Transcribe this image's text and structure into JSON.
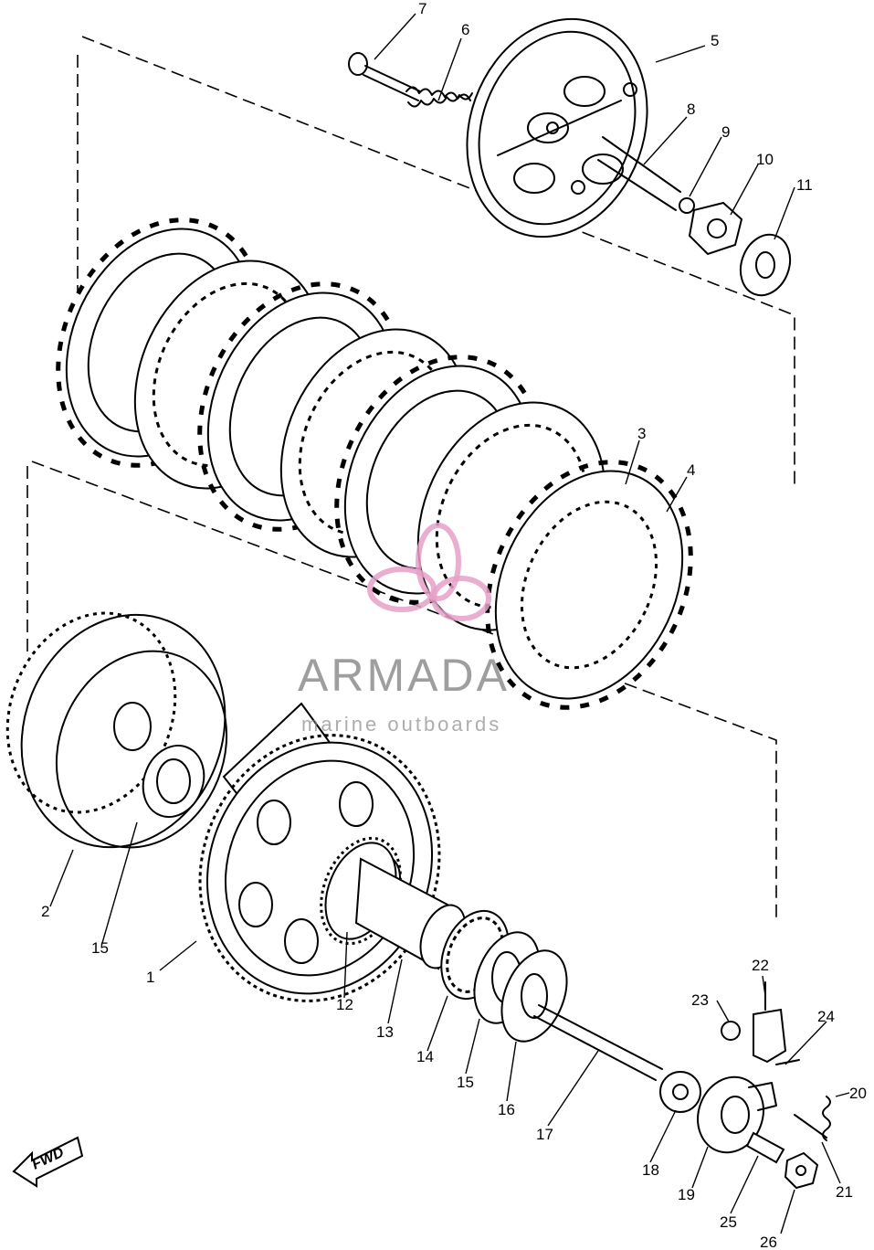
{
  "callouts": [
    "1",
    "2",
    "3",
    "4",
    "5",
    "6",
    "7",
    "8",
    "9",
    "10",
    "11",
    "12",
    "13",
    "14",
    "15",
    "15",
    "16",
    "17",
    "18",
    "19",
    "20",
    "21",
    "22",
    "23",
    "24",
    "25",
    "26"
  ],
  "fwd_label": "FWD",
  "watermark": {
    "title": "ARMADA",
    "subtitle": "marine outboards",
    "logo_color": "#e6a0c8"
  }
}
